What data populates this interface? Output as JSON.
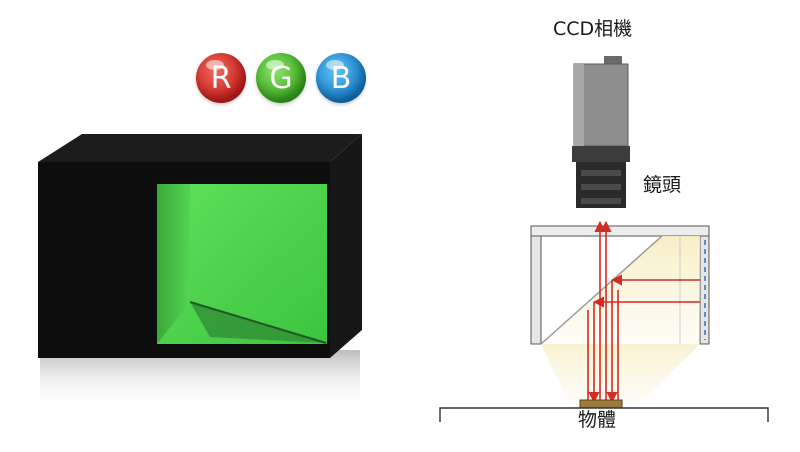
{
  "badges": [
    "R",
    "G",
    "B"
  ],
  "diagram": {
    "camera_label": "CCD相機",
    "lens_label": "鏡頭",
    "object_label": "物體"
  },
  "colors": {
    "red": "#d62a22",
    "green": "#47c229",
    "blue": "#1f8ad8",
    "light_housing": "#0a0a0a",
    "light_window": "#4ad44a"
  }
}
